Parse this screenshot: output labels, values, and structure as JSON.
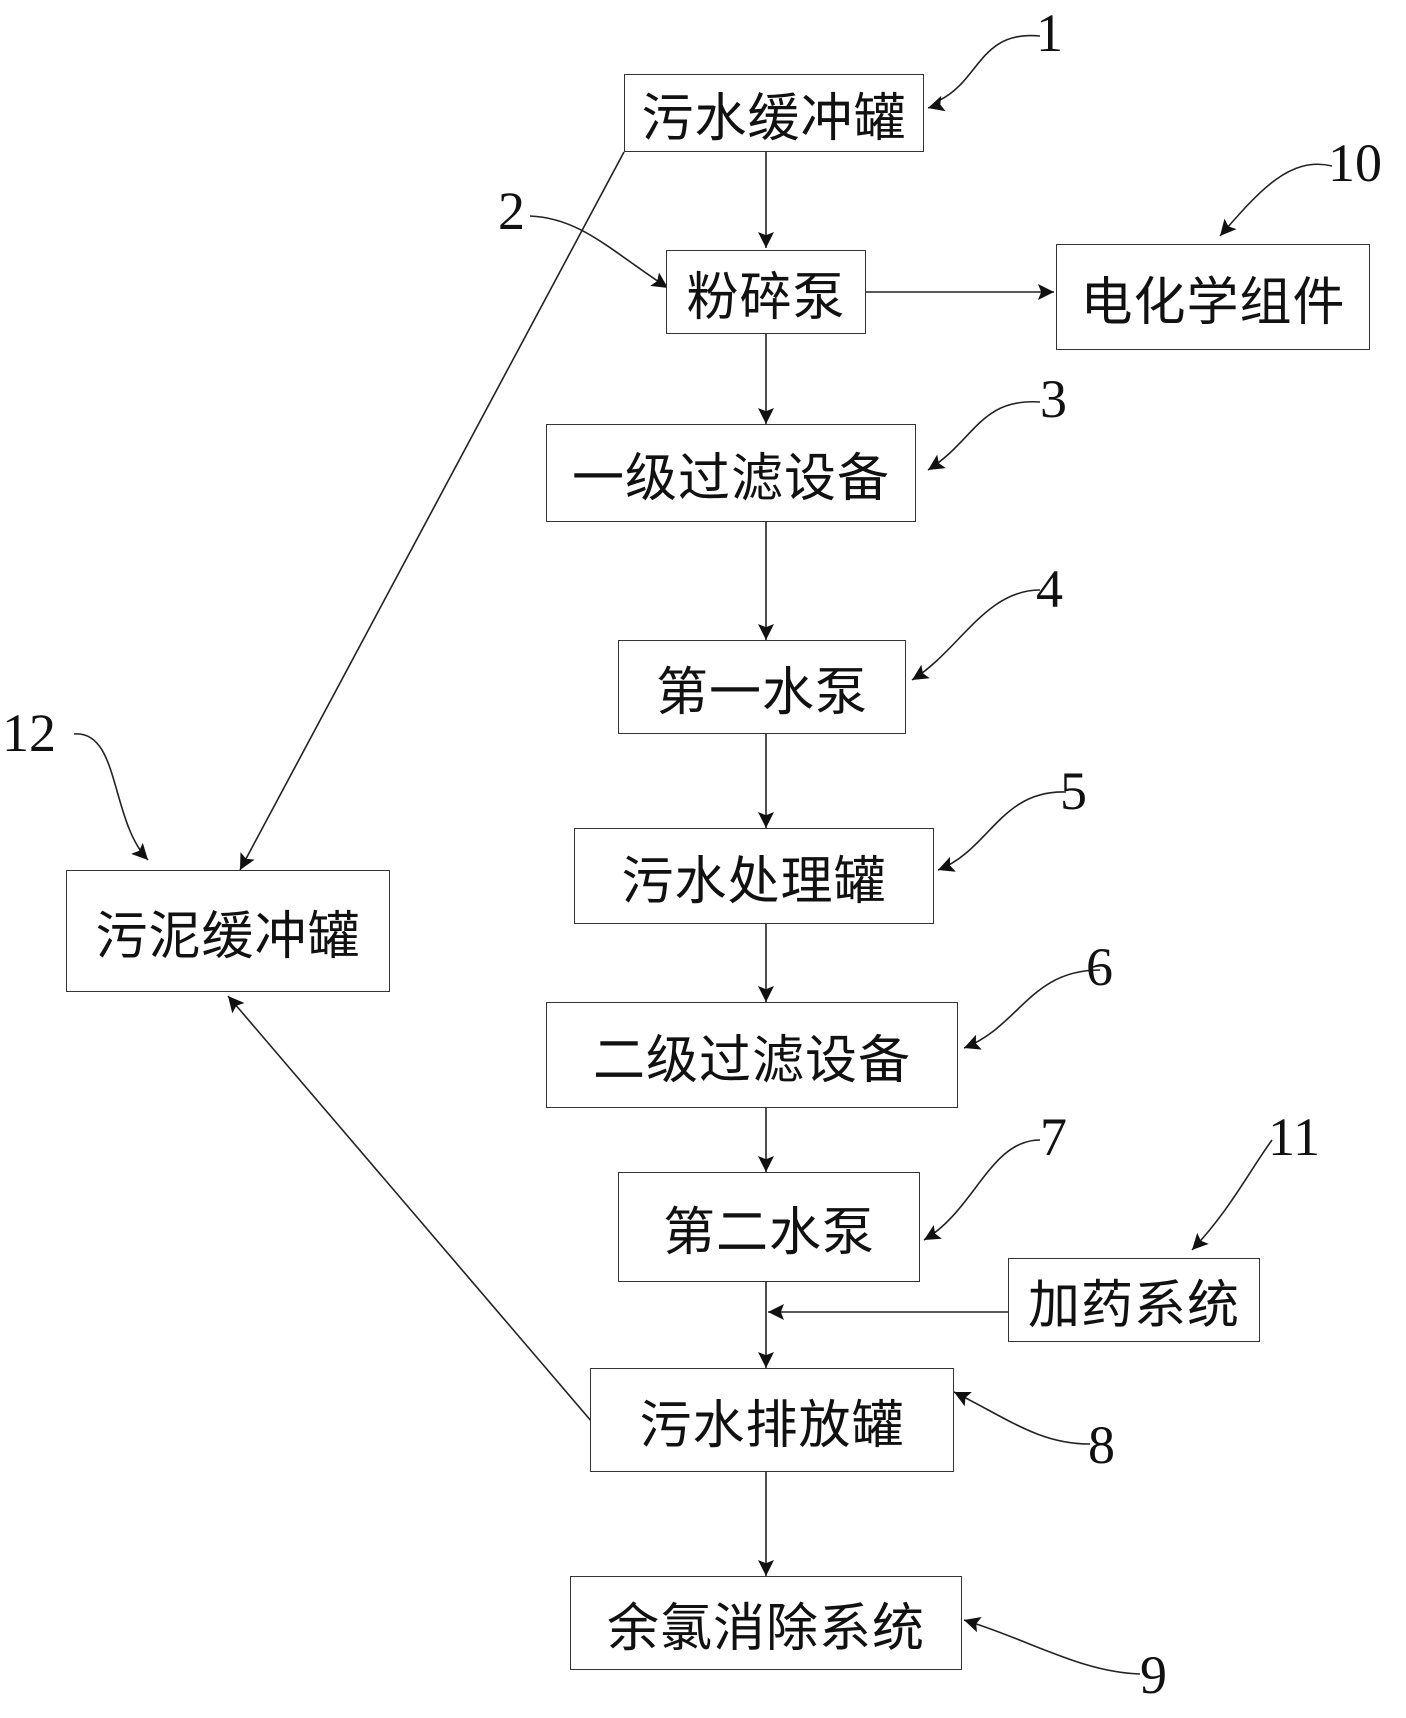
{
  "boxes": {
    "sewage_buffer_tank": "污水缓冲罐",
    "crushing_pump": "粉碎泵",
    "electrochemical_assembly": "电化学组件",
    "primary_filter": "一级过滤设备",
    "first_water_pump": "第一水泵",
    "sewage_treatment_tank": "污水处理罐",
    "secondary_filter": "二级过滤设备",
    "second_water_pump": "第二水泵",
    "dosing_system": "加药系统",
    "sewage_discharge_tank": "污水排放罐",
    "residual_chlorine_system": "余氯消除系统",
    "sludge_buffer_tank": "污泥缓冲罐"
  },
  "callouts": {
    "n1": "1",
    "n2": "2",
    "n3": "3",
    "n4": "4",
    "n5": "5",
    "n6": "6",
    "n7": "7",
    "n8": "8",
    "n9": "9",
    "n10": "10",
    "n11": "11",
    "n12": "12"
  }
}
